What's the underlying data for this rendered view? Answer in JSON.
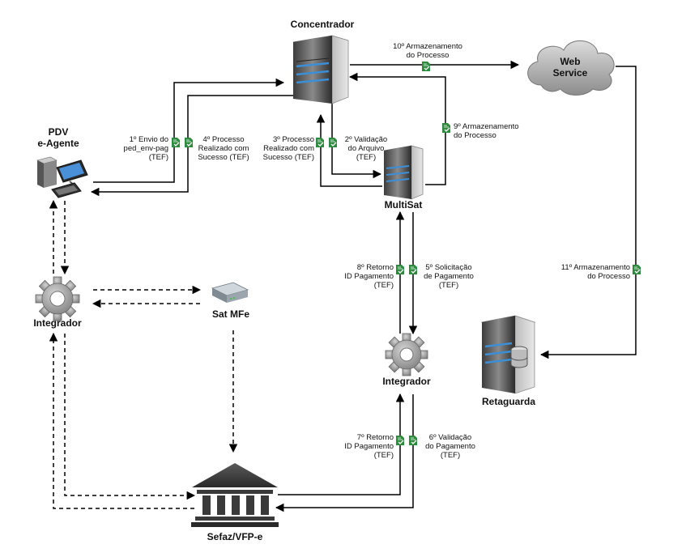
{
  "nodes": {
    "concentrador": "Concentrador",
    "web_service": "Web\nService",
    "pdv": "PDV\ne-Agente",
    "multisat": "MultiSat",
    "integrador_left": "Integrador",
    "sat_mfe": "Sat MFe",
    "integrador_mid": "Integrador",
    "retaguarda": "Retaguarda",
    "sefaz": "Sefaz/VFP-e"
  },
  "steps": {
    "s1": "1º Envio do\nped_env-pag\n(TEF)",
    "s2": "2º Validação\ndo Arquivo\n(TEF)",
    "s3": "3º Processo\nRealizado com\nSucesso (TEF)",
    "s4": "4º Processo\nRealizado com\nSucesso (TEF)",
    "s5": "5º Solicitação\nde Pagamento\n(TEF)",
    "s6": "6º Validação\ndo Pagamento\n(TEF)",
    "s7": "7º Retorno\nID Pagamento\n(TEF)",
    "s8": "8º Retorno\nID Pagamento\n(TEF)",
    "s9": "9º Armazenamento\ndo Processo",
    "s10": "10º Armazenamento\ndo Processo",
    "s11": "11º Armazenamento\ndo Processo"
  },
  "colors": {
    "doc_icon": "#2e8b3e",
    "line": "#000000"
  }
}
